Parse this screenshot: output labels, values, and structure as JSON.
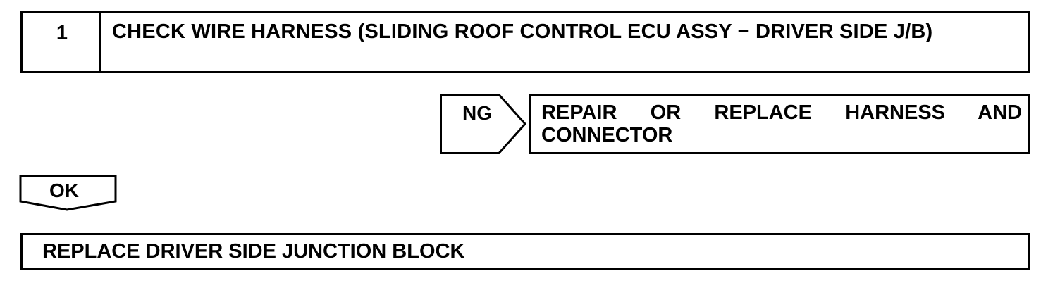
{
  "step": {
    "number": "1",
    "title": "CHECK WIRE HARNESS (SLIDING ROOF CONTROL ECU ASSY − DRIVER SIDE J/B)"
  },
  "ng_branch": {
    "label": "NG",
    "action": "REPAIR OR REPLACE HARNESS AND CONNECTOR"
  },
  "ok_branch": {
    "label": "OK"
  },
  "final_action": "REPLACE DRIVER SIDE JUNCTION BLOCK"
}
